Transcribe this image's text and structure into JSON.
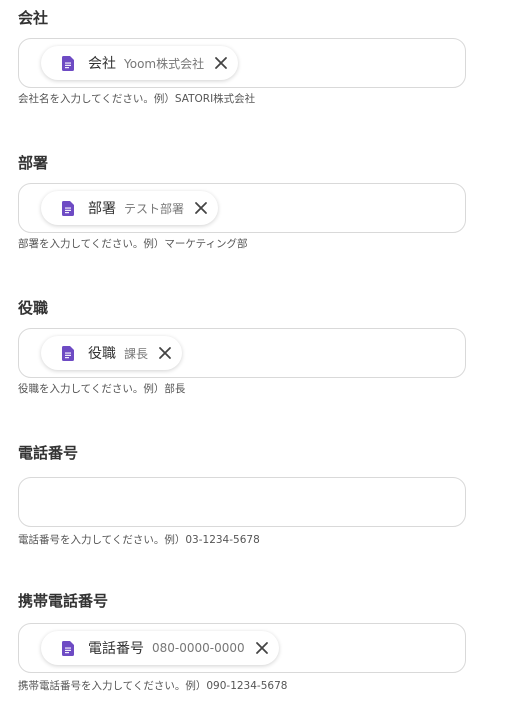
{
  "fields": [
    {
      "label": "会社",
      "chip": {
        "name": "会社",
        "value": "Yoom株式会社"
      },
      "help": "会社名を入力してください。例）SATORI株式会社"
    },
    {
      "label": "部署",
      "chip": {
        "name": "部署",
        "value": "テスト部署"
      },
      "help": "部署を入力してください。例）マーケティング部"
    },
    {
      "label": "役職",
      "chip": {
        "name": "役職",
        "value": "課長"
      },
      "help": "役職を入力してください。例）部長"
    },
    {
      "label": "電話番号",
      "chip": null,
      "help": "電話番号を入力してください。例）03-1234-5678"
    },
    {
      "label": "携帯電話番号",
      "chip": {
        "name": "電話番号",
        "value": "080-0000-0000"
      },
      "help": "携帯電話番号を入力してください。例）090-1234-5678"
    }
  ],
  "icons": {
    "chip": "document-icon",
    "remove": "close-icon"
  },
  "colors": {
    "icon_purple": "#6e4bc4",
    "border": "#d9d9d9",
    "label": "#333333",
    "help": "#555555"
  }
}
